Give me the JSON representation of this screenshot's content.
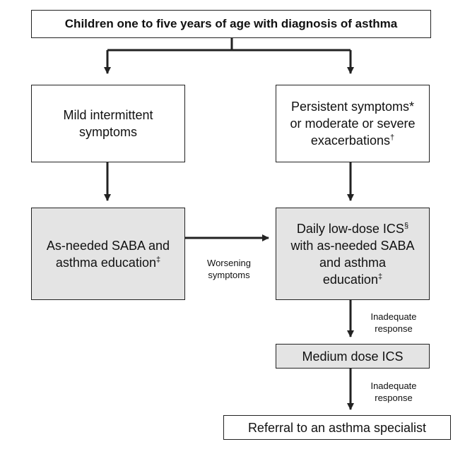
{
  "diagram": {
    "title": "Children one to five years of age with diagnosis of asthma",
    "nodes": {
      "mild": {
        "text": "Mild intermittent\nsymptoms",
        "mark": ""
      },
      "persistent": {
        "text": "Persistent symptoms*\nor moderate or severe\nexacerbations",
        "mark": "†"
      },
      "saba": {
        "text": "As-needed SABA and\nasthma education",
        "mark": "‡"
      },
      "daily_line1": {
        "text": "Daily low-dose ICS",
        "mark": "§"
      },
      "daily_rest": {
        "text": "with as-needed SABA\nand asthma\neducation",
        "mark": "‡"
      },
      "medium": {
        "text": "Medium dose ICS"
      },
      "referral": {
        "text": "Referral to an asthma specialist"
      }
    },
    "edge_labels": {
      "worsening": "Worsening\nsymptoms",
      "inadequate_1": "Inadequate\nresponse",
      "inadequate_2": "Inadequate\nresponse"
    },
    "colors": {
      "line": "#222222",
      "shaded_fill": "#e4e4e4"
    }
  }
}
